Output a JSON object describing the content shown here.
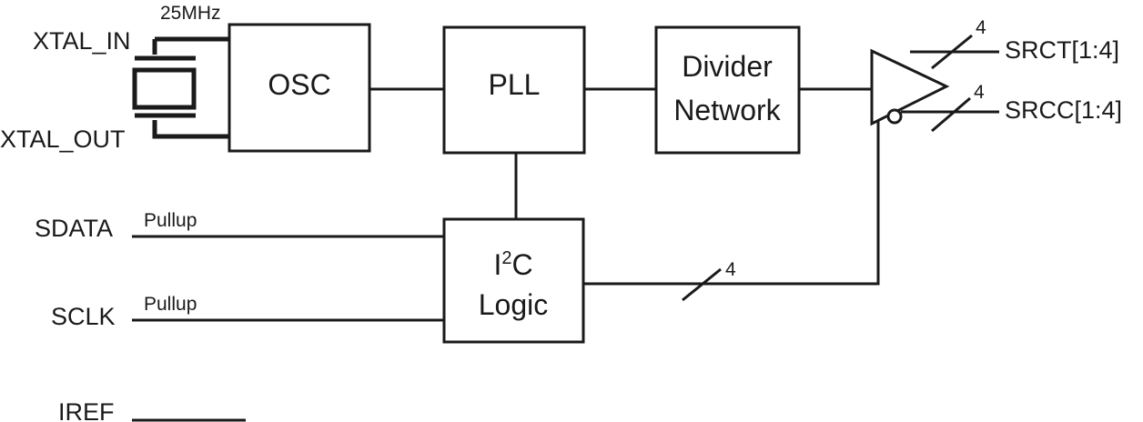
{
  "crystal": {
    "frequency": "25MHz",
    "in_label": "XTAL_IN",
    "out_label": "XTAL_OUT"
  },
  "blocks": {
    "osc": "OSC",
    "pll": "PLL",
    "divider_line1": "Divider",
    "divider_line2": "Network",
    "i2c_line1_base": "I",
    "i2c_line1_sup": "2",
    "i2c_line1_rest": "C",
    "i2c_line2": "Logic"
  },
  "inputs": {
    "sdata": "SDATA",
    "sdata_note": "Pullup",
    "sclk": "SCLK",
    "sclk_note": "Pullup",
    "iref": "IREF"
  },
  "outputs": {
    "srct": "SRCT[1:4]",
    "srcc": "SRCC[1:4]",
    "srct_width": "4",
    "srcc_width": "4"
  },
  "control_bus_width": "4"
}
